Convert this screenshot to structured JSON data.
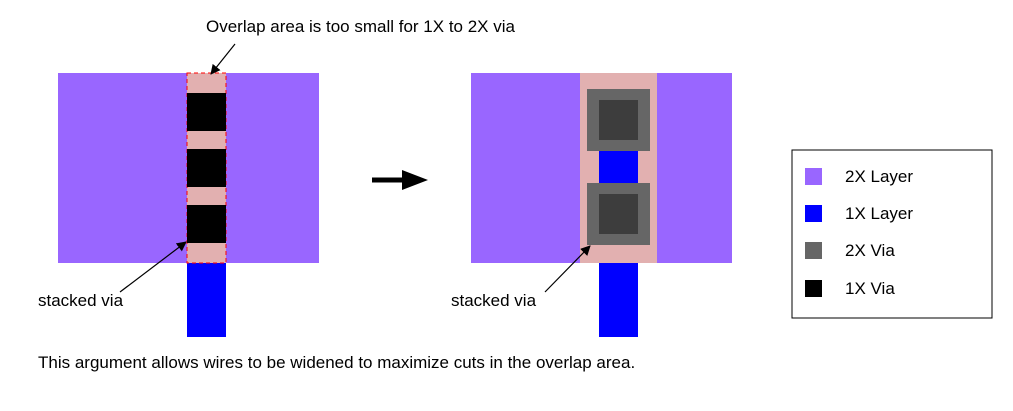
{
  "annotations": {
    "overlap_note": "Overlap area is too small for 1X to 2X via",
    "stacked_via_left": "stacked via",
    "stacked_via_right": "stacked via"
  },
  "caption": "This argument allows wires to be widened to maximize cuts in the overlap area.",
  "legend": {
    "items": [
      {
        "label": "2X Layer",
        "color": "#9966ff"
      },
      {
        "label": "1X Layer",
        "color": "#0000ff"
      },
      {
        "label": "2X Via",
        "color": "#666666"
      },
      {
        "label": "1X Via",
        "color": "#000000"
      }
    ]
  },
  "colors": {
    "layer_2x": "#9966ff",
    "layer_1x": "#0000ff",
    "via_2x": "#666666",
    "via_2x_inner": "#3d3d3d",
    "via_1x": "#000000",
    "overlap": "#e2b0b0",
    "overlap_outline": "#ff0000"
  }
}
